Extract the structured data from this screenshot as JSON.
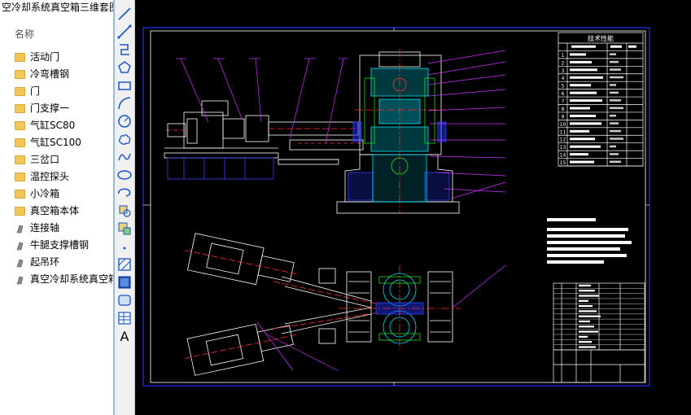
{
  "window": {
    "title": "空冷却系统真空箱三维套图"
  },
  "tree": {
    "column_header": "名称",
    "items": [
      {
        "label": "活动门",
        "type": "folder"
      },
      {
        "label": "冷弯槽钢",
        "type": "folder"
      },
      {
        "label": "门",
        "type": "folder"
      },
      {
        "label": "门支撑一",
        "type": "folder"
      },
      {
        "label": "气缸SC80",
        "type": "folder"
      },
      {
        "label": "气缸SC100",
        "type": "folder"
      },
      {
        "label": "三岔口",
        "type": "folder"
      },
      {
        "label": "温控探头",
        "type": "folder"
      },
      {
        "label": "小冷箱",
        "type": "folder"
      },
      {
        "label": "真空箱本体",
        "type": "folder"
      },
      {
        "label": "连接轴",
        "type": "part"
      },
      {
        "label": "牛腿支撑槽钢",
        "type": "part"
      },
      {
        "label": "起吊环",
        "type": "part"
      },
      {
        "label": "真空冷却系统真空箱",
        "type": "part"
      }
    ]
  },
  "toolbar": {
    "tools": [
      "line-icon",
      "diagonal-line-icon",
      "polyline-icon",
      "polygon-icon",
      "rectangle-icon",
      "arc-icon",
      "circle-icon",
      "cloud-icon",
      "spline-icon",
      "ellipse-icon",
      "ellipse-arc-icon",
      "insert-block-icon",
      "make-block-icon",
      "point-icon",
      "hatch-icon",
      "gradient-icon",
      "region-icon",
      "table-icon",
      "text-icon"
    ],
    "text_tool_glyph": "A"
  },
  "drawing": {
    "tech_table": {
      "title": "技术性能",
      "row_numbers": [
        "1",
        "2",
        "3",
        "4",
        "5",
        "6",
        "7",
        "8",
        "9",
        "10",
        "11",
        "12",
        "13",
        "14",
        "15"
      ]
    },
    "colors": {
      "border": "#2233ff",
      "main": "#ffffff",
      "leader": "#cc33ff",
      "cyan": "#00e5ff",
      "red": "#ff3030",
      "green": "#22dd22",
      "blue": "#3344ff"
    }
  }
}
